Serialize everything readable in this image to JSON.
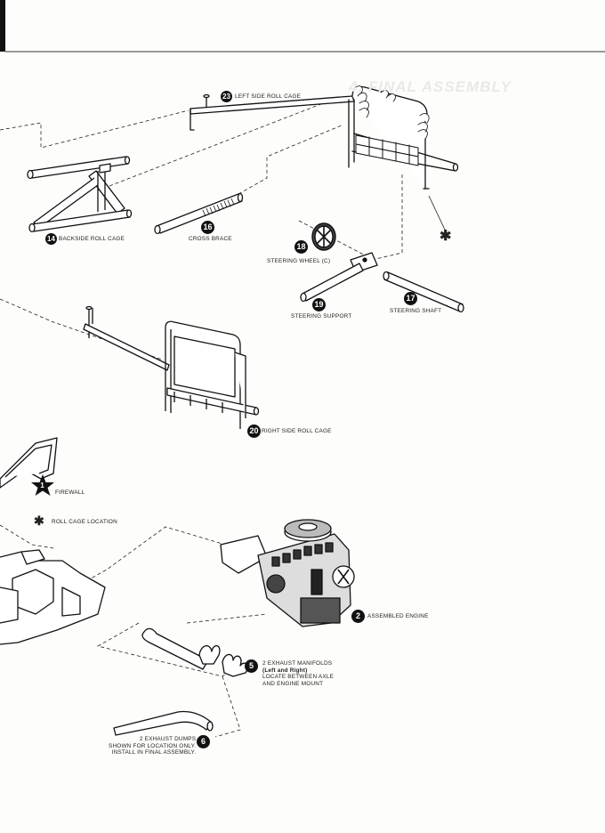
{
  "page": {
    "bleed_heading": "4. FINAL ASSEMBLY"
  },
  "parts": {
    "p23": {
      "number": "23",
      "label": "LEFT SIDE ROLL CAGE"
    },
    "p14": {
      "number": "14",
      "label": "BACKSIDE ROLL CAGE"
    },
    "p16": {
      "number": "16",
      "label": "CROSS BRACE"
    },
    "p18": {
      "number": "18",
      "label": "STEERING WHEEL (C)"
    },
    "p19": {
      "number": "19",
      "label": "STEERING SUPPORT"
    },
    "p17": {
      "number": "17",
      "label": "STEERING SHAFT"
    },
    "p20": {
      "number": "20",
      "label": "RIGHT SIDE ROLL CAGE"
    },
    "p1": {
      "number": "1",
      "label": "FIREWALL"
    },
    "roll_cage_location": {
      "symbol": "✱",
      "label": "ROLL CAGE LOCATION"
    },
    "p2": {
      "number": "2",
      "label": "ASSEMBLED ENGINE"
    },
    "p5": {
      "number": "5",
      "line1": "2 EXHAUST MANIFOLDS",
      "line2": "(Left and Right)",
      "line3": "LOCATE BETWEEN AXLE",
      "line4": "AND ENGINE MOUNT"
    },
    "p6": {
      "number": "6",
      "line1": "2 EXHAUST DUMPS",
      "line2": "SHOWN FOR LOCATION ONLY.",
      "line3": "INSTALL IN FINAL ASSEMBLY."
    }
  },
  "icons": {
    "asterisk": "✱"
  }
}
